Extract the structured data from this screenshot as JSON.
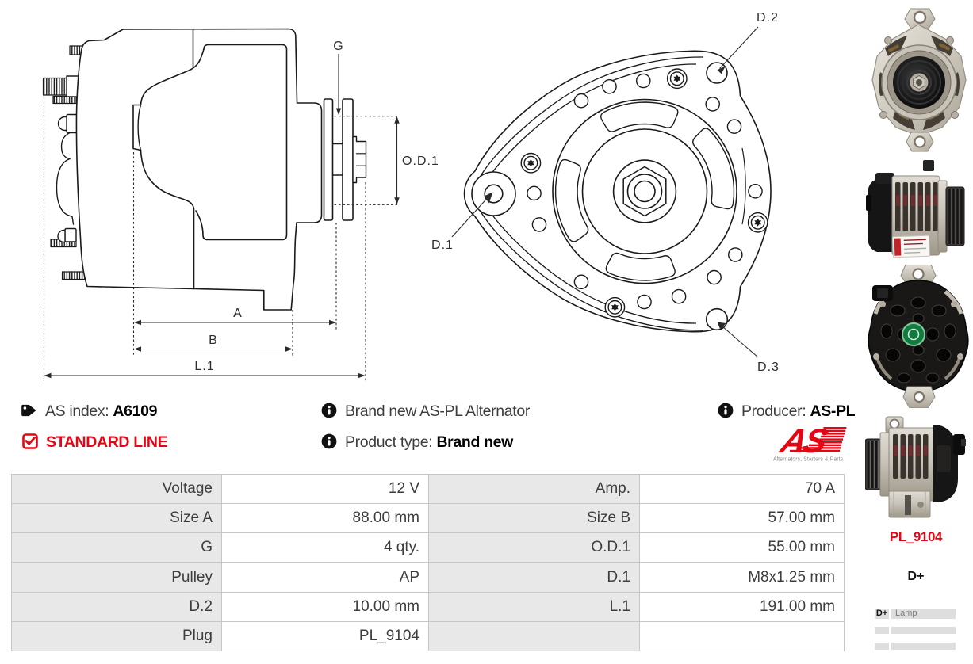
{
  "colors": {
    "accent_red": "#e30613",
    "table_label_bg": "#e8e8e8",
    "table_border": "#c6c6c6",
    "text_dark": "#3d3d3d"
  },
  "side_view": {
    "labels": {
      "g": "G",
      "od1": "O.D.1",
      "a": "A",
      "b": "B",
      "l1": "L.1"
    }
  },
  "front_view": {
    "labels": {
      "d1": "D.1",
      "d2": "D.2",
      "d3": "D.3"
    }
  },
  "photos": [
    {
      "name": "alternator-front"
    },
    {
      "name": "alternator-side-pulley-right"
    },
    {
      "name": "alternator-rear"
    },
    {
      "name": "alternator-side-pulley-left"
    }
  ],
  "info": {
    "as_index_label": "AS index:",
    "as_index_value": "A6109",
    "line_label": "STANDARD LINE",
    "brand_new_text": "Brand new AS-PL Alternator",
    "product_type_label": "Product type:",
    "product_type_value": "Brand new",
    "producer_label": "Producer:",
    "producer_value": "AS-PL",
    "logo_text": "AS",
    "logo_tagline": "Alternators, Starters & Parts"
  },
  "specs": {
    "rows": [
      {
        "label1": "Voltage",
        "value1": "12 V",
        "label2": "Amp.",
        "value2": "70 A"
      },
      {
        "label1": "Size A",
        "value1": "88.00 mm",
        "label2": "Size B",
        "value2": "57.00 mm"
      },
      {
        "label1": "G",
        "value1": "4 qty.",
        "label2": "O.D.1",
        "value2": "55.00 mm"
      },
      {
        "label1": "Pulley",
        "value1": "AP",
        "label2": "D.1",
        "value2": "M8x1.25 mm"
      },
      {
        "label1": "D.2",
        "value1": "10.00 mm",
        "label2": "L.1",
        "value2": "191.00 mm"
      },
      {
        "label1": "Plug",
        "value1": "PL_9104",
        "label2": "",
        "value2": ""
      }
    ]
  },
  "sidebar": {
    "plug_code": "PL_9104",
    "terminal": "D+",
    "pin_table": {
      "rows": [
        {
          "pin": "D+",
          "desc": "Lamp"
        },
        {
          "pin": "",
          "desc": ""
        },
        {
          "pin": "",
          "desc": ""
        }
      ]
    }
  }
}
